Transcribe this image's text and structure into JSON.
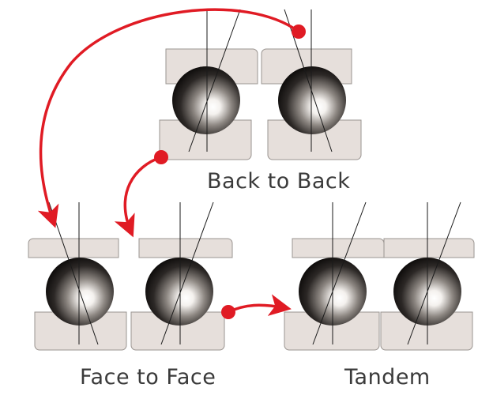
{
  "labels": {
    "back_to_back": "Back to Back",
    "face_to_face": "Face to Face",
    "tandem": "Tandem"
  },
  "colors": {
    "race": "#e6dfdb",
    "race_outline": "#9a9490",
    "ball_dark": "#0f0d0c",
    "ball_light": "#ffffff",
    "line": "#1a1a1a",
    "arrow": "#e01b24",
    "background": "#ffffff"
  },
  "diagram": {
    "groups": [
      {
        "name": "back-to-back",
        "bearings": 2
      },
      {
        "name": "face-to-face",
        "bearings": 2
      },
      {
        "name": "tandem",
        "bearings": 2
      }
    ],
    "arrows": [
      {
        "name": "arrow-back-to-face-outer",
        "from": "back-to-back",
        "to": "face-to-face"
      },
      {
        "name": "arrow-back-to-face-inner",
        "from": "back-to-back",
        "to": "face-to-face"
      },
      {
        "name": "arrow-face-to-tandem",
        "from": "face-to-face",
        "to": "tandem"
      }
    ]
  }
}
